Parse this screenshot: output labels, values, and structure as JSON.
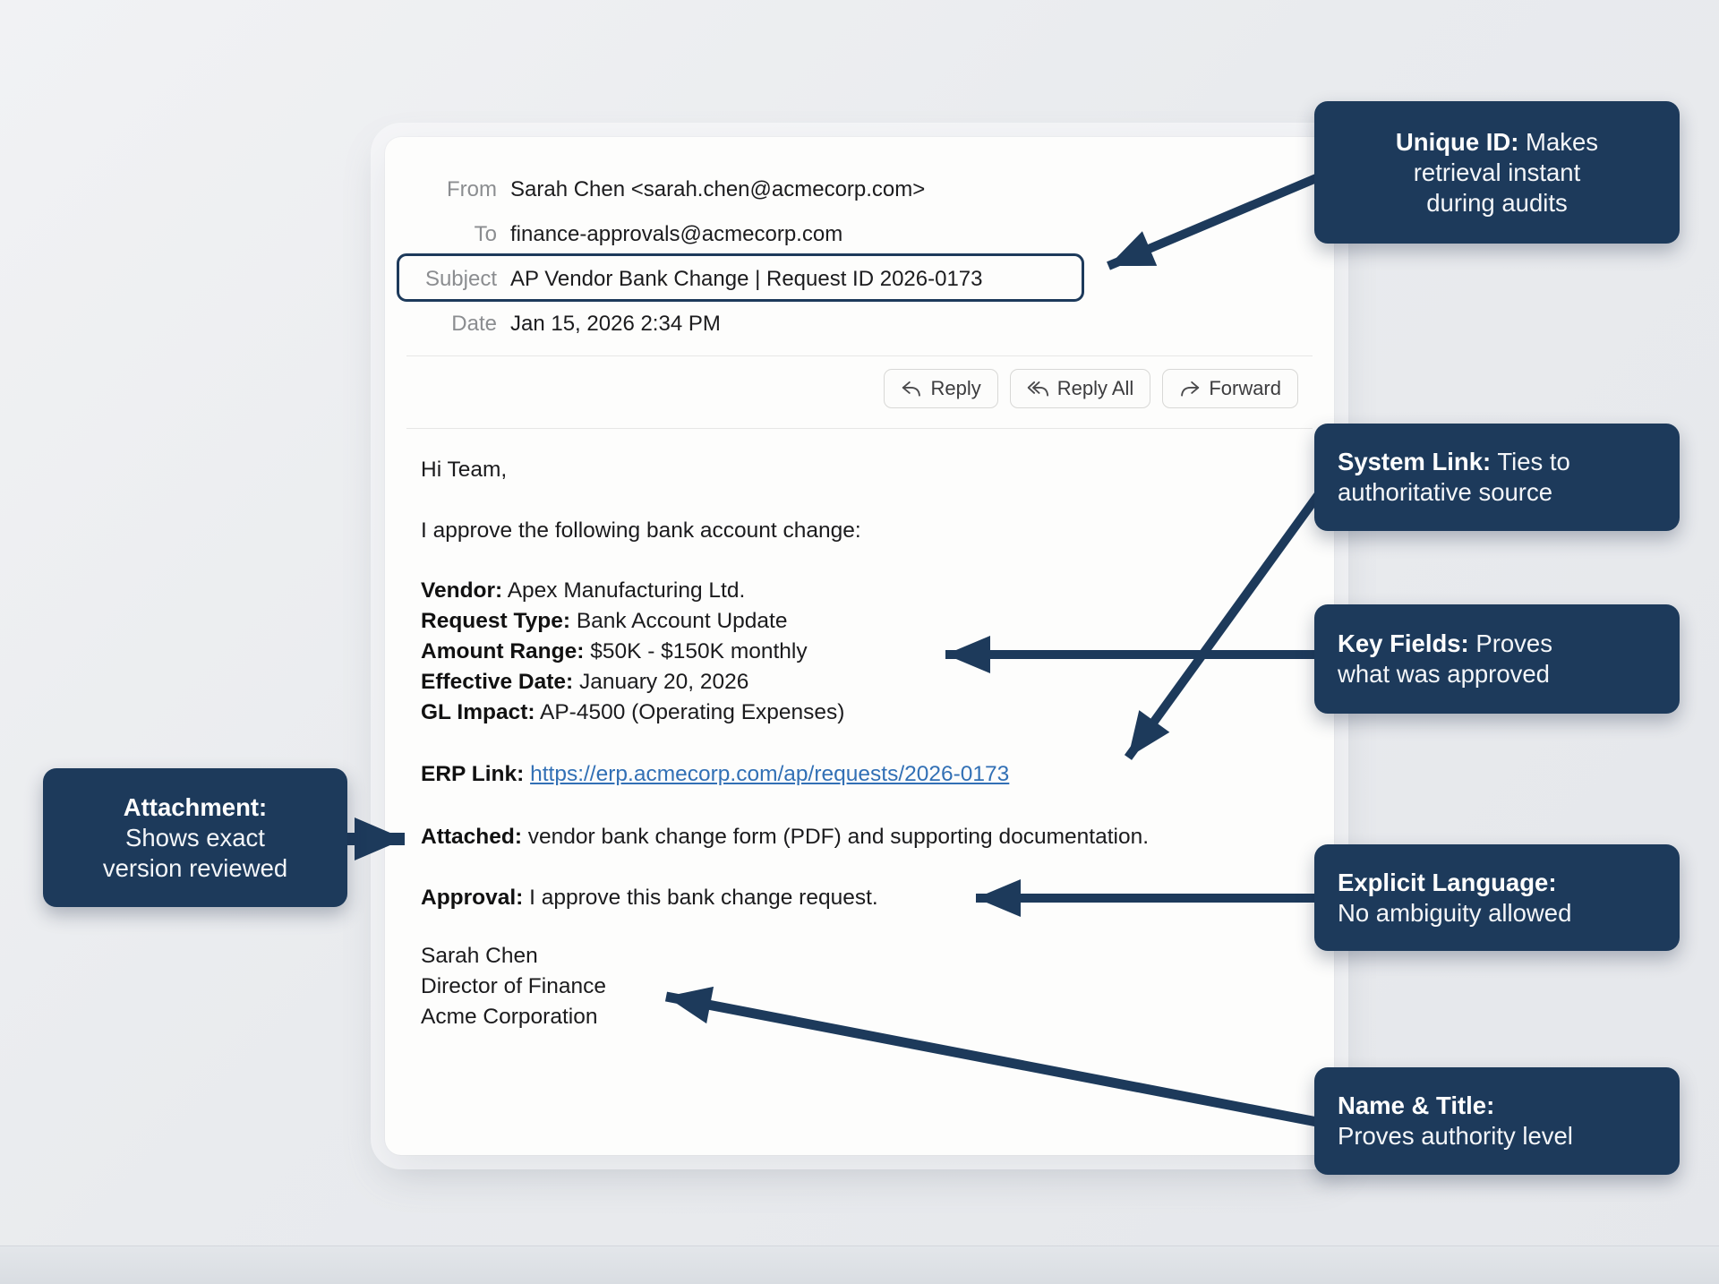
{
  "colors": {
    "navy": "#1d3a5b",
    "link_blue": "#3270b5",
    "card_bg": "#fdfdfc",
    "page_bg": "#e9ebee"
  },
  "icons": {
    "reply": "reply-arrow-icon",
    "reply_all": "reply-all-arrow-icon",
    "forward": "forward-arrow-icon"
  },
  "email": {
    "header": {
      "from_label": "From",
      "from_value": "Sarah Chen <sarah.chen@acmecorp.com>",
      "to_label": "To",
      "to_value": "finance-approvals@acmecorp.com",
      "subject_label": "Subject",
      "subject_value": "AP Vendor Bank Change | Request ID 2026-0173",
      "date_label": "Date",
      "date_value": "Jan 15, 2026 2:34 PM"
    },
    "toolbar": {
      "reply": "Reply",
      "reply_all": "Reply All",
      "forward": "Forward"
    },
    "body": {
      "greeting": "Hi Team,",
      "intro": "I approve the following bank account change:",
      "fields": [
        {
          "label": "Vendor:",
          "value": "Apex Manufacturing Ltd."
        },
        {
          "label": "Request Type:",
          "value": "Bank Account Update"
        },
        {
          "label": "Amount Range:",
          "value": "$50K - $150K monthly"
        },
        {
          "label": "Effective Date:",
          "value": "January 20, 2026"
        },
        {
          "label": "GL Impact:",
          "value": "AP-4500 (Operating Expenses)"
        }
      ],
      "erp_label": "ERP Link:",
      "erp_url": "https://erp.acmecorp.com/ap/requests/2026-0173",
      "attached_label": "Attached:",
      "attached_value": "vendor bank change form (PDF) and supporting documentation.",
      "approval_label": "Approval:",
      "approval_value": "I approve this bank change request.",
      "signature": [
        "Sarah Chen",
        "Director of Finance",
        "Acme Corporation"
      ]
    }
  },
  "callouts": {
    "unique_id": {
      "line1_bold": "Unique ID:",
      "line1_rest": " Makes",
      "line2": "retrieval instant",
      "line3": "during audits"
    },
    "system_link": {
      "line1_bold": "System Link:",
      "line1_rest": " Ties to",
      "line2": "authoritative source"
    },
    "key_fields": {
      "line1_bold": "Key Fields:",
      "line1_rest": " Proves",
      "line2": "what was approved"
    },
    "explicit_language": {
      "line1_bold": "Explicit Language:",
      "line2": "No ambiguity allowed"
    },
    "name_title": {
      "line1_bold": "Name & Title:",
      "line2": "Proves authority level"
    },
    "attachment": {
      "line1_bold": "Attachment:",
      "line2": "Shows exact",
      "line3": "version reviewed"
    }
  }
}
